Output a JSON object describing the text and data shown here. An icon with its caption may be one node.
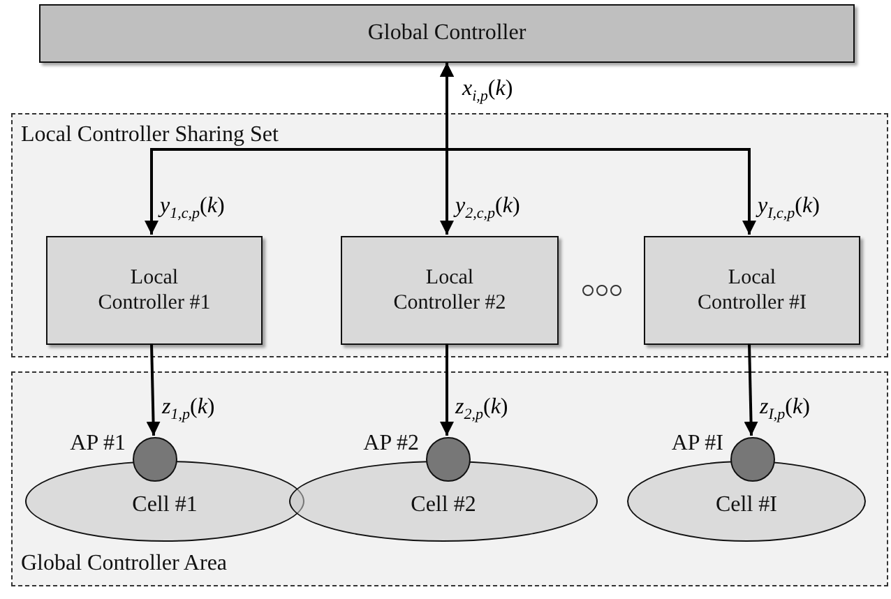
{
  "diagram": {
    "nodes": [
      {
        "text": [
          "Global Controller"
        ]
      },
      {
        "text": [
          "Local Controller Sharing Set"
        ]
      },
      {
        "text": [
          "Local Controller #1"
        ],
        "in": 1
      },
      {
        "text": [
          "Local Controller #2"
        ],
        "in": 1
      },
      {
        "text": [
          "Local Controller #I"
        ],
        "in": 1
      },
      {
        "text": [
          "Global Controller Area"
        ]
      },
      {
        "text": [],
        "shape": "circle",
        "beside": [
          "AP #1"
        ],
        "in": 5
      },
      {
        "text": [
          "Cell #1"
        ],
        "in": 5
      },
      {
        "text": [],
        "shape": "circle",
        "beside": [
          "AP #2"
        ],
        "in": 5
      },
      {
        "text": [
          "Cell #2"
        ],
        "in": 5
      },
      {
        "text": [],
        "shape": "circle",
        "beside": [
          "AP #I"
        ],
        "in": 5
      },
      {
        "text": [
          "Cell #I"
        ],
        "in": 5
      }
    ],
    "edges": [
      {
        "from": 0,
        "to": 2,
        "arrow": "both",
        "label": "*y*$_{1,c,p}$(*k*)"
      },
      {
        "from": 0,
        "to": 3,
        "arrow": "both",
        "label": "*y*$_{2,c,p}$(*k*)"
      },
      {
        "from": 0,
        "to": 4,
        "arrow": "both",
        "label": "*y*$_{I,c,p}$(*k*)"
      },
      {
        "from": 2,
        "to": 6,
        "arrow": "to",
        "label": "*z*$_{1,p}$(*k*)"
      },
      {
        "from": 3,
        "to": 8,
        "arrow": "to",
        "label": "*z*$_{2,p}$(*k*)"
      },
      {
        "from": 4,
        "to": 10,
        "arrow": "to",
        "label": "*z*$_{I,p}$(*k*)"
      }
    ],
    "labels": [
      "*x*$_{i,p}$(*k*)"
    ]
  }
}
